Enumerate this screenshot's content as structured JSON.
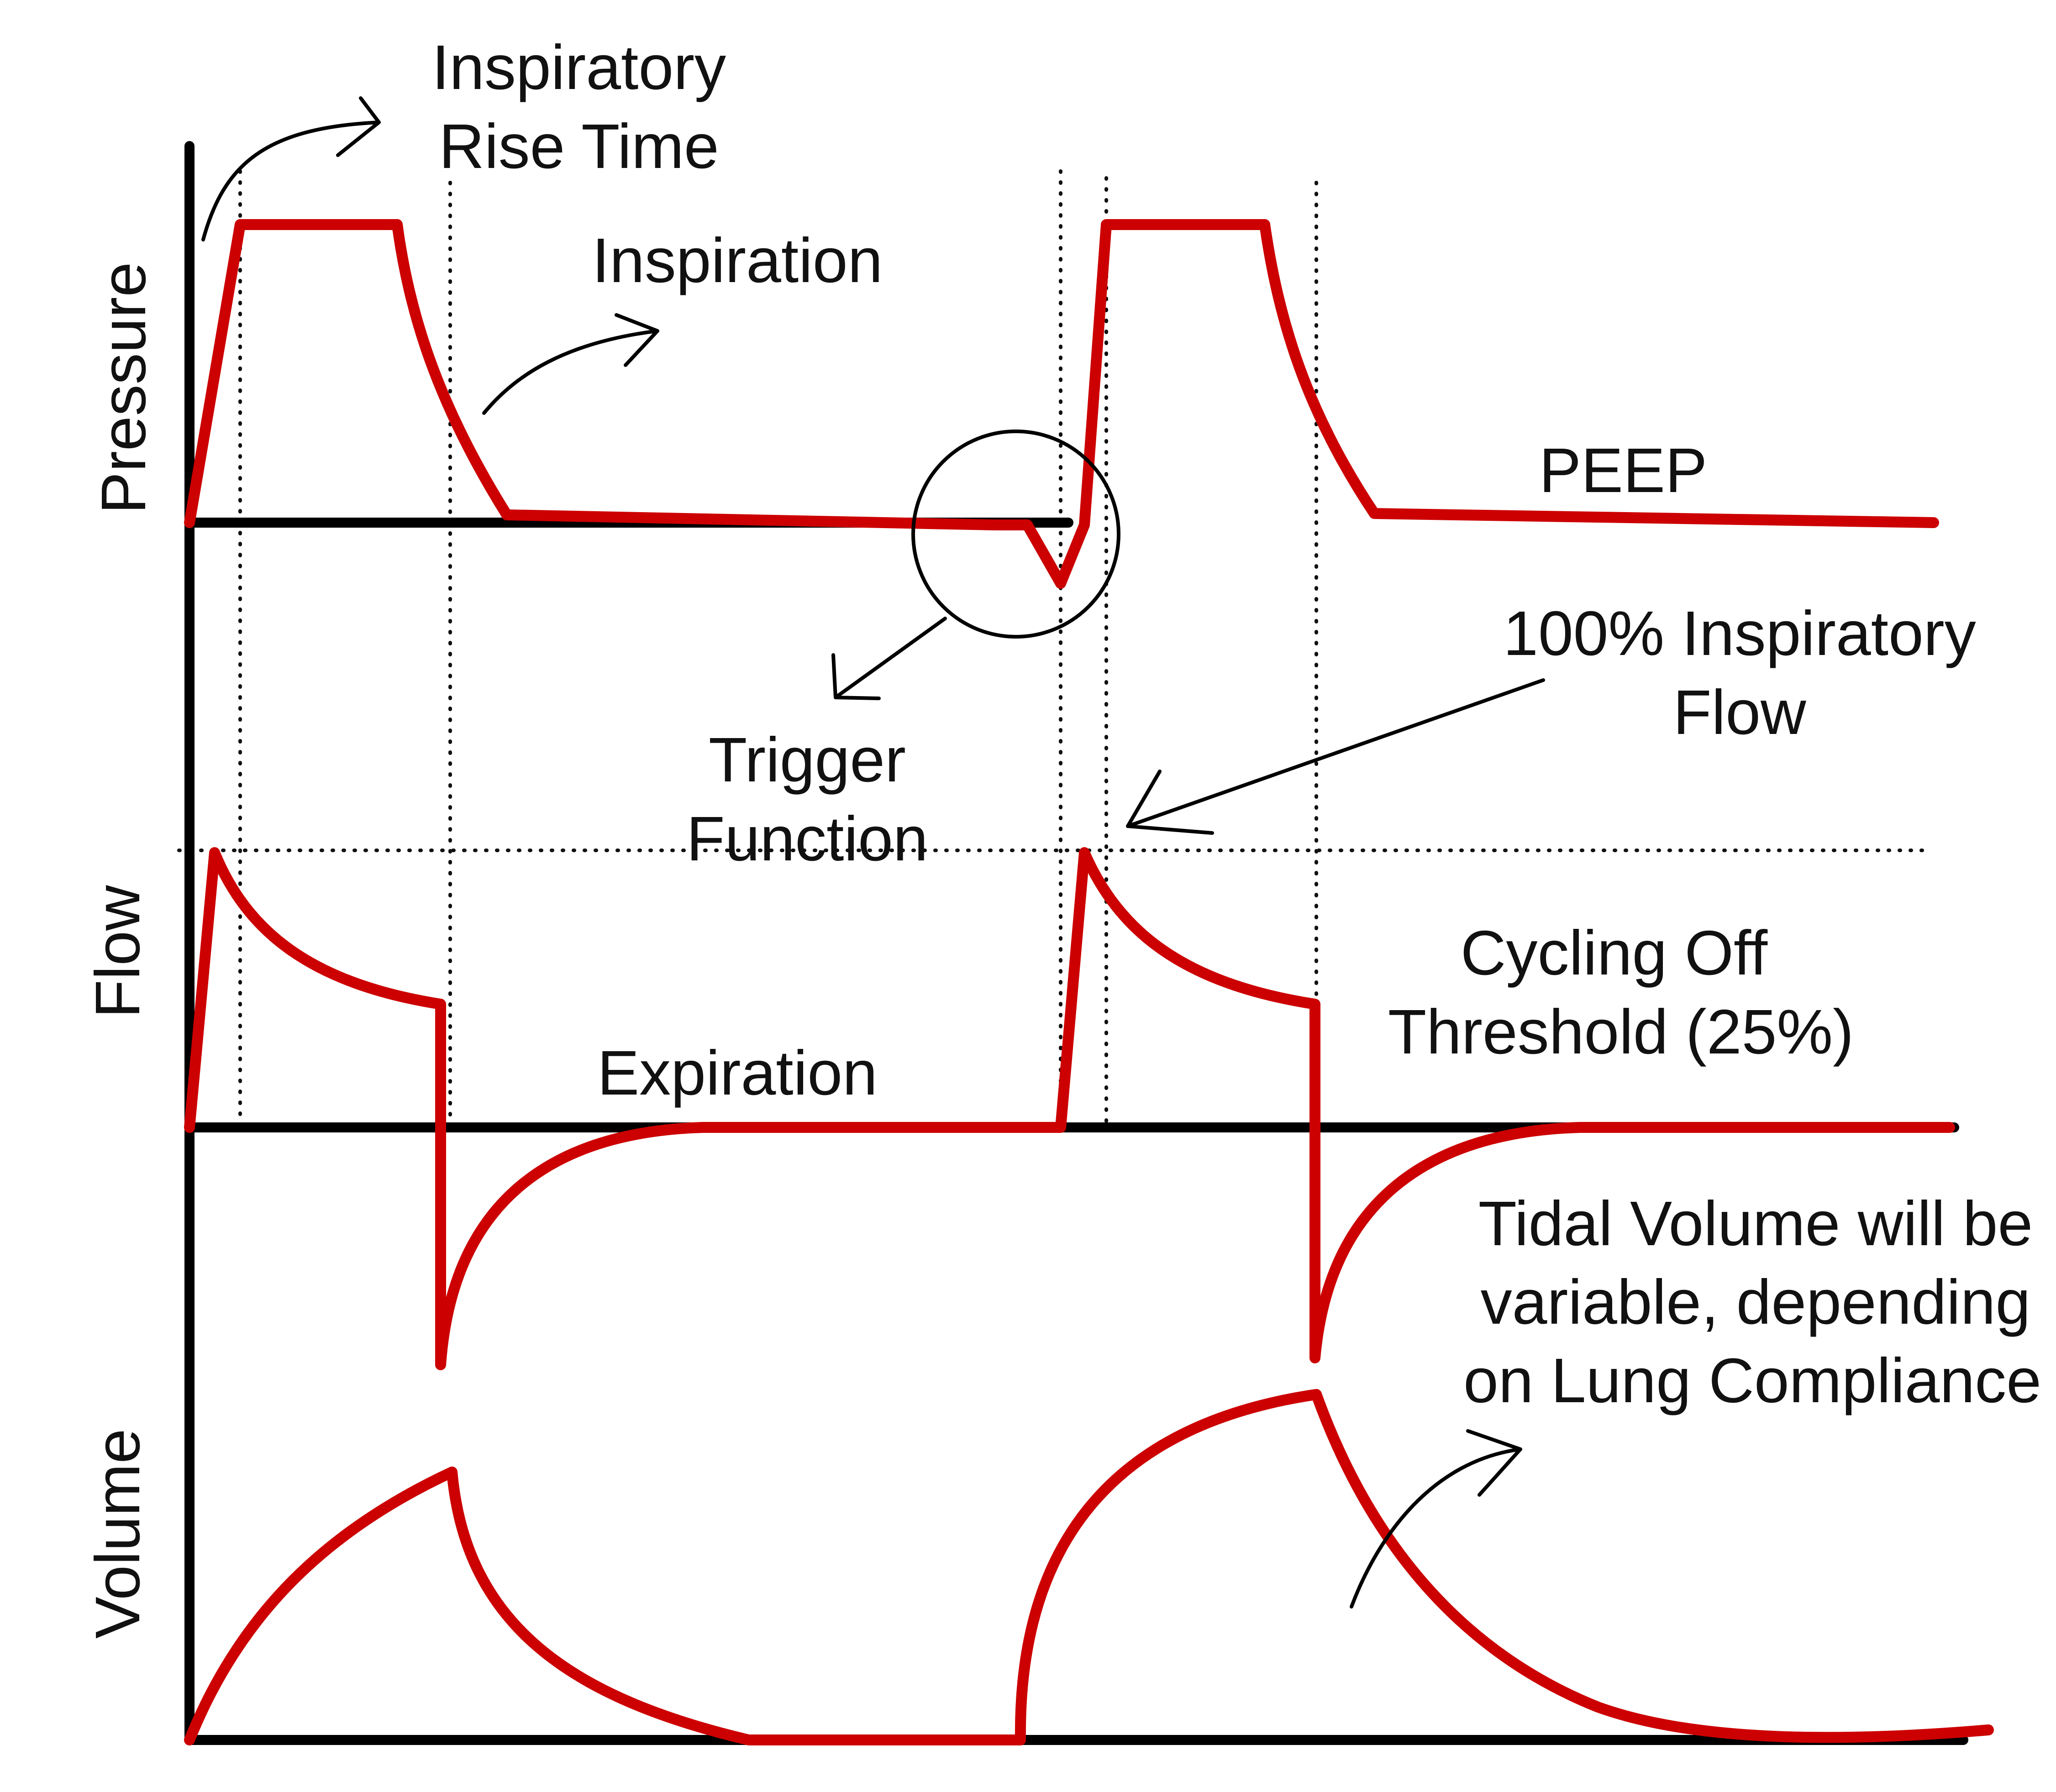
{
  "axes": {
    "pressure": "Pressure",
    "flow": "Flow",
    "volume": "Volume"
  },
  "annotations": {
    "rise_time_1": "Inspiratory",
    "rise_time_2": "Rise Time",
    "inspiration": "Inspiration",
    "peep": "PEEP",
    "inspiratory_flow_1": "100% Inspiratory",
    "inspiratory_flow_2": "Flow",
    "trigger_1": "Trigger",
    "trigger_2": "Function",
    "cycling_1": "Cycling Off",
    "cycling_2": "Threshold (25%)",
    "expiration": "Expiration",
    "tidal_1": "Tidal Volume will be",
    "tidal_2": "variable, depending",
    "tidal_3": "on Lung Compliance"
  },
  "colors": {
    "waveform": "#cc0000",
    "axis": "#000000",
    "text": "#111111"
  }
}
